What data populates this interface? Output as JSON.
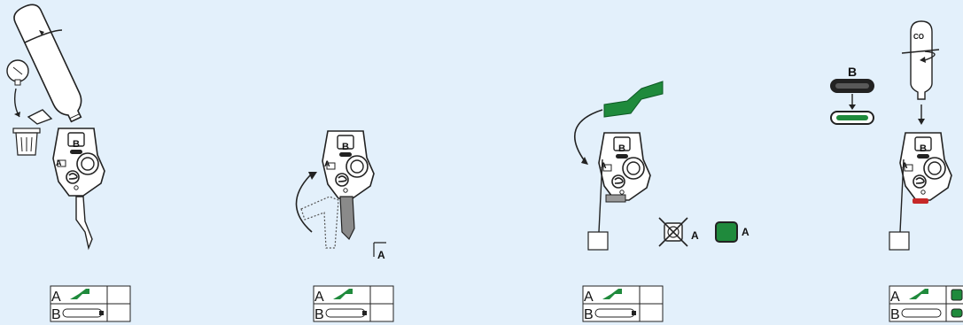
{
  "labels": {
    "cap_b": "B",
    "marker_a": "A",
    "legend_a": "A",
    "legend_b": "B",
    "co2": "CO"
  },
  "colors": {
    "background": "#e3f0fb",
    "accent_green": "#1f8a3c",
    "dark_green": "#0e5a25",
    "outline": "#222222",
    "red": "#c62828"
  }
}
